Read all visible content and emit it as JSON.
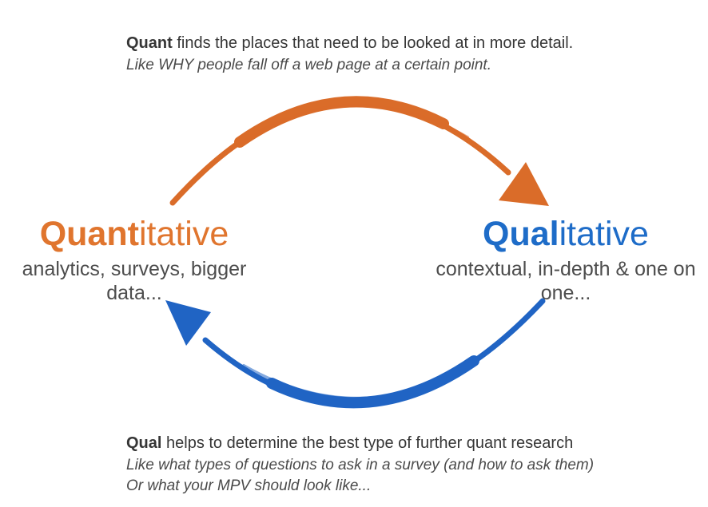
{
  "canvas": {
    "background": "#ffffff"
  },
  "top_note": {
    "lead": "Quant",
    "text": " finds the places that need to be looked at in more detail.",
    "subtext": "Like WHY people fall off a web page at a certain point."
  },
  "quantitative": {
    "title_lead": "Quant",
    "title_rest": "itative",
    "subtitle": "analytics, surveys, bigger data...",
    "color": "#e0752e"
  },
  "qualitative": {
    "title_lead": "Qual",
    "title_rest": "itative",
    "subtitle": "contextual, in-depth & one on one...",
    "color": "#1e6cc8"
  },
  "bottom_note": {
    "lead": "Qual",
    "text": " helps to determine the best type of further quant research",
    "subtext1": "Like what types of questions to ask in a survey (and how to ask them)",
    "subtext2": "Or what your MPV should look like..."
  },
  "arrows": {
    "top": {
      "meaning": "quant-to-qual",
      "color": "#da6c29"
    },
    "bottom": {
      "meaning": "qual-to-quant",
      "color": "#2064c4"
    }
  }
}
